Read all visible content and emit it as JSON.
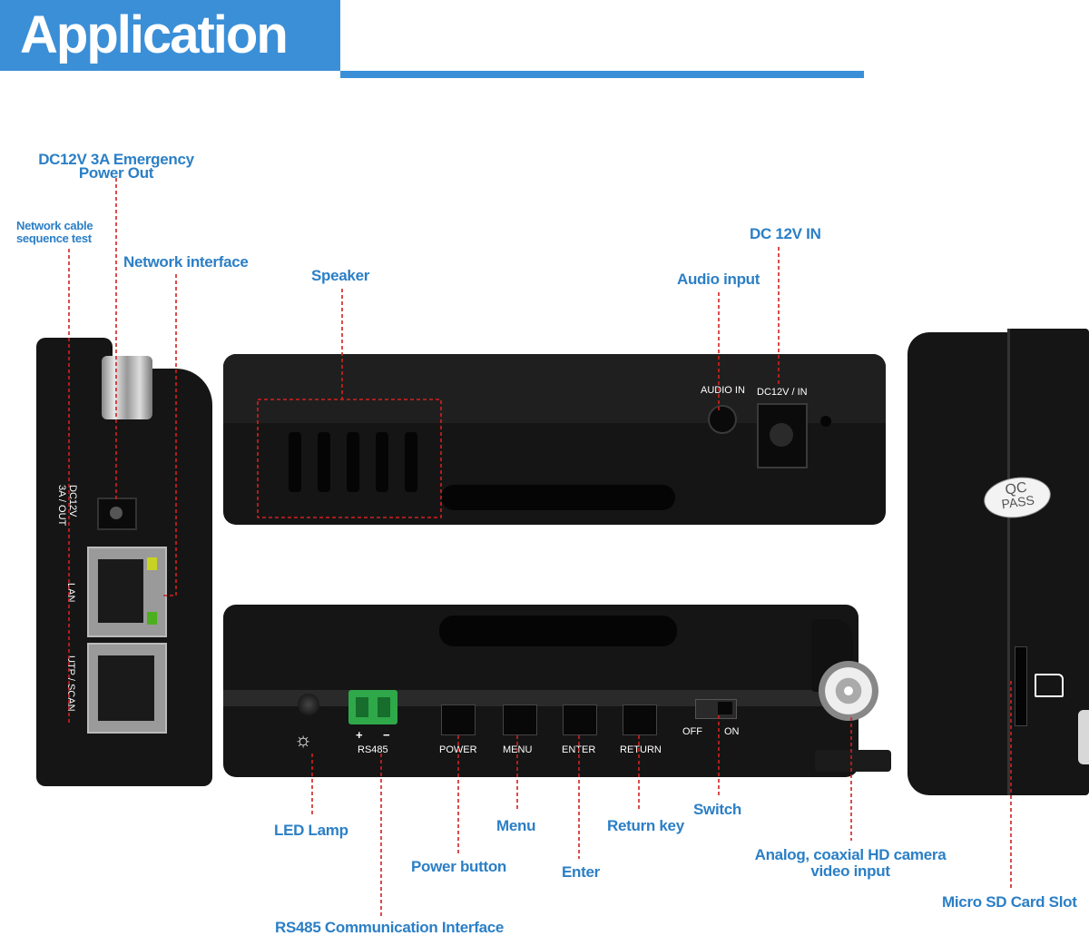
{
  "header": {
    "title": "Application"
  },
  "labels": {
    "dc_power_out": [
      "DC12V 3A Emergency",
      "Power Out"
    ],
    "network_cable_test": [
      "Network cable",
      "sequence test"
    ],
    "network_interface": "Network interface",
    "speaker": "Speaker",
    "audio_input": "Audio input",
    "dc_in": "DC 12V IN",
    "led_lamp": "LED Lamp",
    "menu": "Menu",
    "return_key": "Return key",
    "switch": "Switch",
    "power_button": "Power button",
    "enter": "Enter",
    "analog_input": [
      "Analog, coaxial HD camera",
      "video input"
    ],
    "rs485_interface": "RS485 Communication Interface",
    "micro_sd": "Micro SD Card Slot"
  },
  "device_print": {
    "left": {
      "dc_out": [
        "DC12V",
        "3A / OUT"
      ],
      "lan": "LAN",
      "utp": "UTP / SCAN"
    },
    "top": {
      "audio_in": "AUDIO IN",
      "dc_in": "DC12V / IN"
    },
    "bottom": {
      "rs485": "RS485",
      "plus": "+",
      "minus": "−",
      "power": "POWER",
      "menu": "MENU",
      "enter": "ENTER",
      "return": "RETURN",
      "off": "OFF",
      "on": "ON"
    },
    "right": {
      "qc": "QC",
      "pass": "PASS"
    }
  },
  "colors": {
    "accent": "#3b8fd7",
    "label": "#2b7fc6",
    "leader": "#d32020",
    "device": "#151515",
    "led_green": "#4caf1e",
    "led_yellow": "#c7d321",
    "terminal": "#2fa84a"
  }
}
